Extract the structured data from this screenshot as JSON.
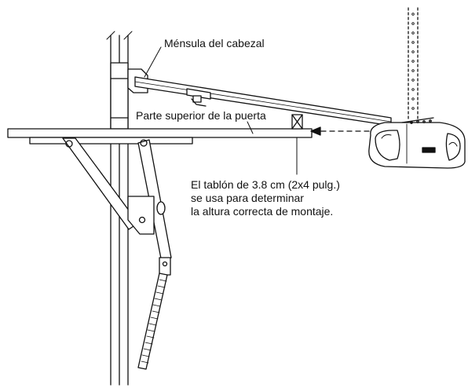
{
  "labels": {
    "header_bracket": "Ménsula del cabezal",
    "door_top": "Parte superior de la puerta",
    "note_line1": "El tablón de 3.8 cm (2x4 pulg.)",
    "note_line2": "se usa para determinar",
    "note_line3": "la altura correcta de montaje."
  },
  "icons": {
    "opener": "garage-door-opener-icon",
    "board": "wood-board-icon",
    "arrow": "dashed-arrow-icon"
  },
  "colors": {
    "ink": "#111111",
    "background": "#ffffff"
  }
}
